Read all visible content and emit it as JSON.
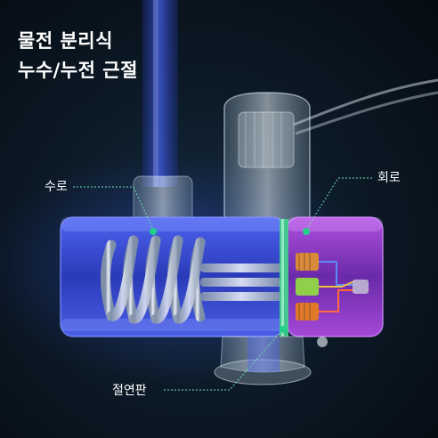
{
  "headline": {
    "line1": "물전 분리식",
    "line2": "누수/누전 근절"
  },
  "labels": {
    "water_path": "수로",
    "circuit": "회로",
    "insulation_plate": "절연판"
  },
  "colors": {
    "background": "#0c1a27",
    "water_chamber": "#3a4fd8",
    "circuit_chamber": "#9b3fd0",
    "insulation_plate": "#3ed48a",
    "marker_dot": "#22d08a"
  }
}
